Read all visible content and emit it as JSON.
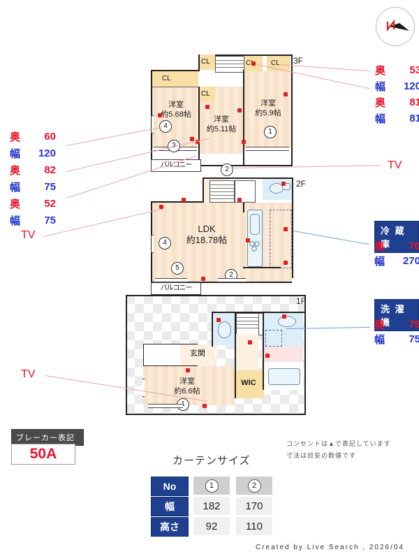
{
  "meta": {
    "credit": "Created by Live Search , 2026/04",
    "compass_letter": "N"
  },
  "notes": {
    "line1": "コンセントは▲で表記しています",
    "line2": "寸法は目安の数値です"
  },
  "floors": {
    "f3": {
      "tag": "3F",
      "rooms": [
        {
          "name": "洋室",
          "size": "約5.68帖"
        },
        {
          "name": "洋室",
          "size": "約5.11帖"
        },
        {
          "name": "洋室",
          "size": "約5.9帖"
        }
      ],
      "closets": [
        "CL",
        "CL",
        "CL",
        "CL",
        "CL"
      ],
      "balcony": "バルコニー",
      "markers": [
        "1",
        "2",
        "3",
        "4"
      ]
    },
    "f2": {
      "tag": "2F",
      "rooms": [
        {
          "name": "LDK",
          "size": "約18.78帖"
        }
      ],
      "balcony": "バルコニー",
      "markers": [
        "2",
        "4",
        "5"
      ]
    },
    "f1": {
      "tag": "1F",
      "rooms": [
        {
          "name": "玄関",
          "size": ""
        },
        {
          "name": "洋室",
          "size": "約6.6帖"
        },
        {
          "name": "WIC",
          "size": ""
        }
      ],
      "markers": [
        "1"
      ]
    }
  },
  "callouts": {
    "left": [
      {
        "key": "奥",
        "value": "60"
      },
      {
        "key": "幅",
        "value": "120"
      },
      {
        "key": "奥",
        "value": "82"
      },
      {
        "key": "幅",
        "value": "75"
      },
      {
        "key": "奥",
        "value": "52"
      },
      {
        "key": "幅",
        "value": "75"
      }
    ],
    "right": [
      {
        "key": "奥",
        "value": "53"
      },
      {
        "key": "幅",
        "value": "120"
      },
      {
        "key": "奥",
        "value": "81"
      },
      {
        "key": "幅",
        "value": "81"
      }
    ],
    "tv_left_upper": "TV",
    "tv_left_lower": "TV",
    "tv_right": "TV"
  },
  "appliances": {
    "fridge": {
      "title": "冷 蔵 庫",
      "rows": [
        {
          "key": "奥",
          "value": "70"
        },
        {
          "key": "幅",
          "value": "270"
        }
      ]
    },
    "washer": {
      "title": "洗 濯 機",
      "rows": [
        {
          "key": "奥",
          "value": "75"
        },
        {
          "key": "幅",
          "value": "75"
        }
      ]
    }
  },
  "breaker": {
    "header": "ブレーカー表記",
    "value": "50A"
  },
  "curtain": {
    "title": "カーテンサイズ",
    "row_headers": [
      "No",
      "幅",
      "高さ"
    ],
    "col1": {
      "no": "1",
      "width": "182",
      "height": "92"
    },
    "col2": {
      "no": "2",
      "width": "170",
      "height": "110"
    }
  }
}
